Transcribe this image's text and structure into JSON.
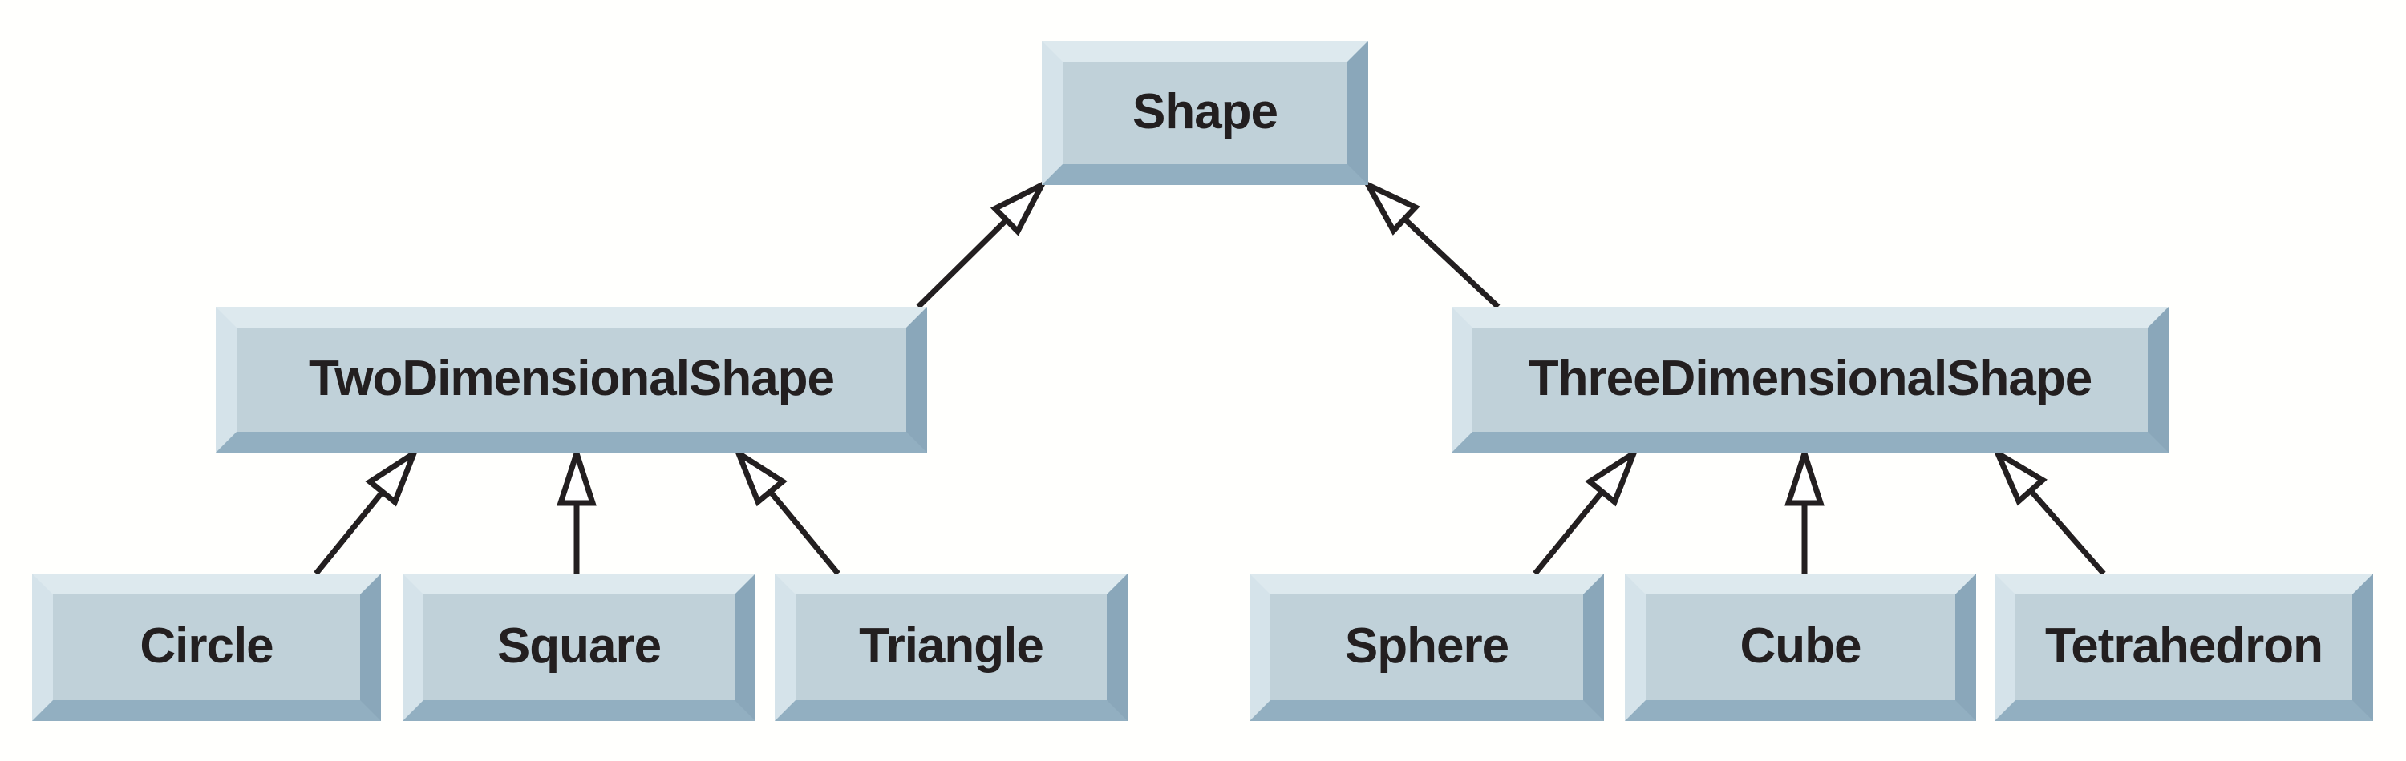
{
  "diagram": {
    "type": "uml-class-inheritance-hierarchy",
    "background": "#ffffff",
    "nodes": {
      "shape": {
        "label": "Shape"
      },
      "twod": {
        "label": "TwoDimensionalShape"
      },
      "threed": {
        "label": "ThreeDimensionalShape"
      },
      "circle": {
        "label": "Circle"
      },
      "square": {
        "label": "Square"
      },
      "triangle": {
        "label": "Triangle"
      },
      "sphere": {
        "label": "Sphere"
      },
      "cube": {
        "label": "Cube"
      },
      "tetrahedron": {
        "label": "Tetrahedron"
      }
    },
    "edges": [
      {
        "from": "TwoDimensionalShape",
        "to": "Shape",
        "kind": "generalization"
      },
      {
        "from": "ThreeDimensionalShape",
        "to": "Shape",
        "kind": "generalization"
      },
      {
        "from": "Circle",
        "to": "TwoDimensionalShape",
        "kind": "generalization"
      },
      {
        "from": "Square",
        "to": "TwoDimensionalShape",
        "kind": "generalization"
      },
      {
        "from": "Triangle",
        "to": "TwoDimensionalShape",
        "kind": "generalization"
      },
      {
        "from": "Sphere",
        "to": "ThreeDimensionalShape",
        "kind": "generalization"
      },
      {
        "from": "Cube",
        "to": "ThreeDimensionalShape",
        "kind": "generalization"
      },
      {
        "from": "Tetrahedron",
        "to": "ThreeDimensionalShape",
        "kind": "generalization"
      }
    ],
    "colors": {
      "box_fill": "#c0d1d9",
      "bevel_top": "#dde9ee",
      "bevel_left": "#d5e3ea",
      "bevel_right": "#8aa7ba",
      "bevel_bottom": "#92afc1",
      "text": "#231f20",
      "arrow": "#231f20",
      "arrowhead_fill": "#ffffff"
    }
  }
}
